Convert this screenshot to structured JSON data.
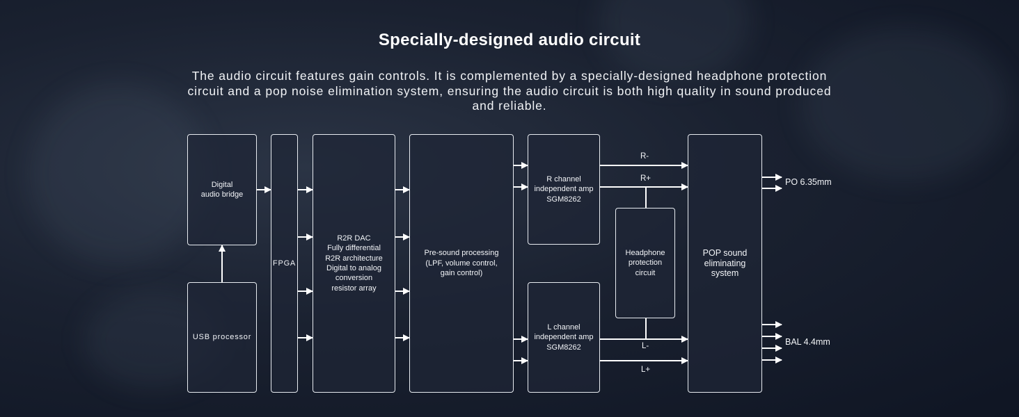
{
  "title": "Specially-designed audio circuit",
  "description": "The audio circuit features gain controls. It is complemented by a specially-designed headphone protection circuit and a pop noise elimination system, ensuring the audio circuit is both high quality in sound produced and reliable.",
  "blocks": {
    "digital_audio_bridge": "Digital\naudio bridge",
    "usb_processor": "USB processor",
    "fpga": "FPGA",
    "r2r_dac": "R2R DAC\nFully differential\nR2R architecture\nDigital to analog\nconversion\nresistor array",
    "pre_sound": "Pre-sound processing\n(LPF, volume control,\ngain control)",
    "r_channel": "R channel\nindependent amp\nSGM8262",
    "l_channel": "L channel\nindependent amp\nSGM8262",
    "headphone_protection": "Headphone\nprotection circuit",
    "pop_sound": "POP sound\neliminating\nsystem"
  },
  "signals": {
    "r_minus": "R-",
    "r_plus": "R+",
    "l_minus": "L-",
    "l_plus": "L+"
  },
  "outputs": {
    "po": "PO 6.35mm",
    "bal": "BAL 4.4mm"
  },
  "colors": {
    "line": "#ffffff",
    "block_border": "#e8ecf1",
    "background": "#161d2b"
  }
}
